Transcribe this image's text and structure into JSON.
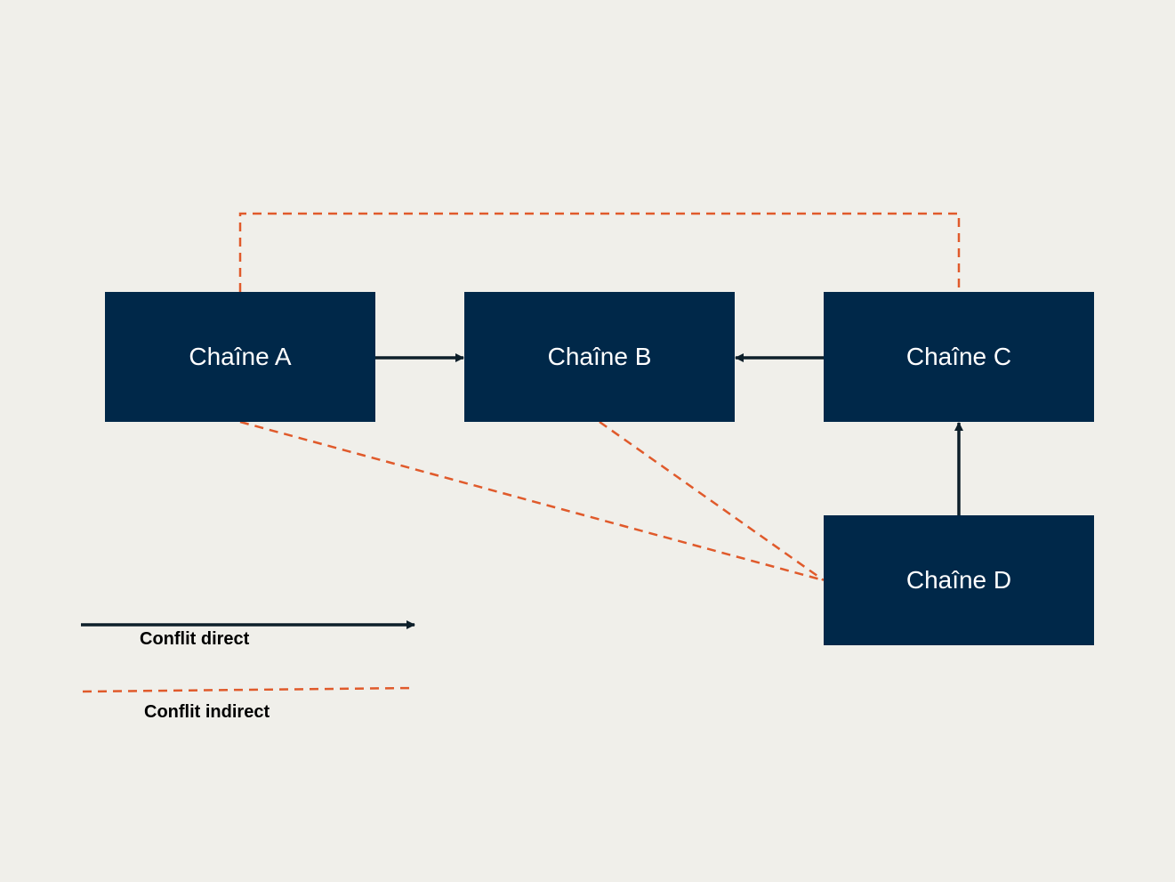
{
  "colors": {
    "background": "#f0efea",
    "node_fill": "#002849",
    "node_text": "#ffffff",
    "direct_edge": "#0d1f2a",
    "indirect_edge": "#e05a2b"
  },
  "nodes": {
    "a": "Chaîne A",
    "b": "Chaîne B",
    "c": "Chaîne C",
    "d": "Chaîne D"
  },
  "edges": [
    {
      "from": "Chaîne A",
      "to": "Chaîne B",
      "type": "direct"
    },
    {
      "from": "Chaîne C",
      "to": "Chaîne B",
      "type": "direct"
    },
    {
      "from": "Chaîne D",
      "to": "Chaîne C",
      "type": "direct"
    },
    {
      "from": "Chaîne A",
      "to": "Chaîne C",
      "type": "indirect"
    },
    {
      "from": "Chaîne A",
      "to": "Chaîne D",
      "type": "indirect"
    },
    {
      "from": "Chaîne B",
      "to": "Chaîne D",
      "type": "indirect"
    }
  ],
  "legend": {
    "direct": "Conflit direct",
    "indirect": "Conflit indirect"
  }
}
